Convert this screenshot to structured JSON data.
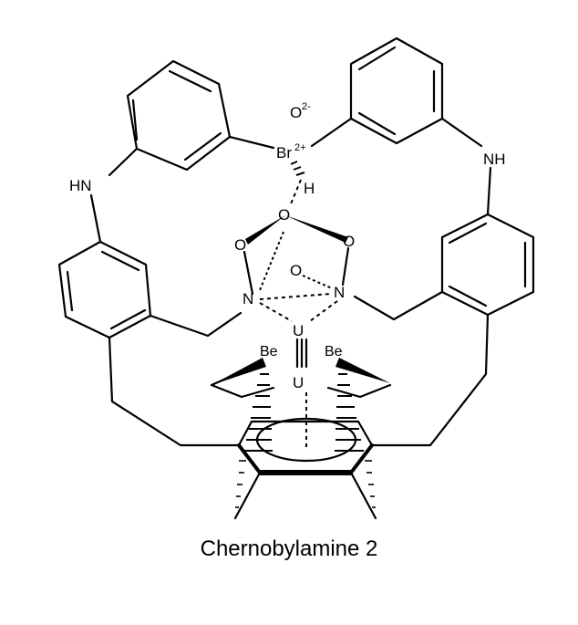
{
  "caption": "Chernobylamine 2",
  "atoms": {
    "oxide": "O",
    "oxide_charge": "2-",
    "bromine": "Br",
    "bromine_charge": "2+",
    "hydrogen": "H",
    "nh_right": "NH",
    "hn_left": "HN",
    "o_top": "O",
    "o_left": "O",
    "o_right": "O",
    "o_center": "O",
    "n_left": "N",
    "n_right": "N",
    "u_top": "U",
    "u_bottom": "U",
    "be_left": "Be",
    "be_right": "Be"
  },
  "colors": {
    "ink": "#000000",
    "background": "#ffffff"
  }
}
